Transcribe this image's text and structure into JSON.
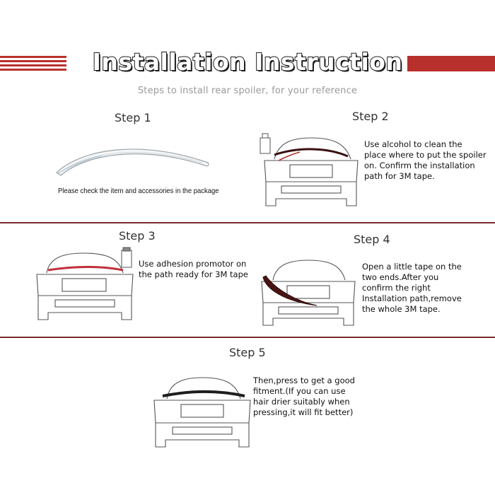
{
  "header": {
    "title": "Installation Instruction",
    "subtitle": "Steps to install rear spoiler, for your reference",
    "accent_color": "#b8302c"
  },
  "steps": [
    {
      "label": "Step 1",
      "description": "Please check  the item and accessories in the package"
    },
    {
      "label": "Step 2",
      "description": [
        "Use alcohol to clean the",
        "place where to put the spoiler",
        "on. Confirm the installation",
        "path for 3M tape."
      ]
    },
    {
      "label": "Step 3",
      "description": [
        "Use adhesion promotor on",
        "the path ready for 3M tape"
      ]
    },
    {
      "label": "Step 4",
      "description": [
        "Open a little tape on the",
        "two ends.After you",
        "confirm the right",
        "Installation path,remove",
        "the whole 3M tape."
      ]
    },
    {
      "label": "Step 5",
      "description": [
        "Then,press to get a good",
        "fitment.(If you can use",
        "hair drier suitably when",
        "pressing,it will fit better)"
      ]
    }
  ]
}
